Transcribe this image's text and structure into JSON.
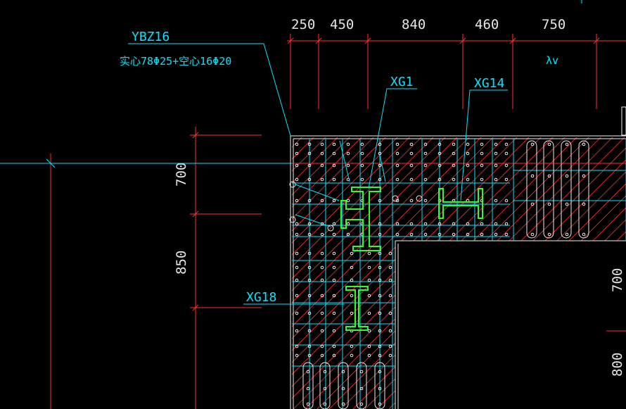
{
  "dimensions": {
    "top": [
      "250",
      "450",
      "840",
      "460",
      "750"
    ],
    "left": [
      "700",
      "850"
    ],
    "right": [
      "700",
      "800"
    ]
  },
  "labels": {
    "column_id": "YBZ16",
    "reinforcement": "实心78Φ25+空心16Φ20",
    "steel_1": "XG1",
    "steel_2": "XG14",
    "steel_3": "XG18",
    "note": "λv"
  },
  "colors": {
    "background": "#000000",
    "dimension_line": "#ff3030",
    "leader_line": "#00e5ff",
    "steel_section": "#2aff2a",
    "rebar": "#f0f0f0"
  }
}
